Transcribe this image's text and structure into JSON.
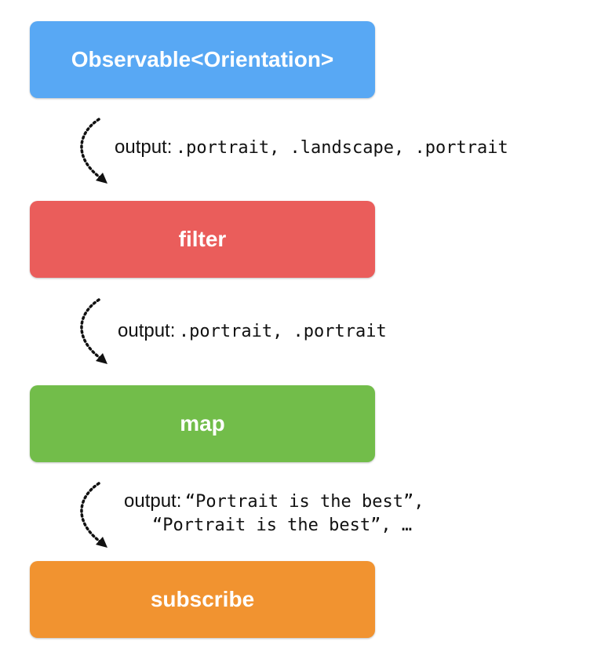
{
  "colors": {
    "observable": "#58a8f4",
    "filter": "#ea5d5b",
    "map": "#72bd4a",
    "subscribe": "#f19330",
    "arrow": "#111111"
  },
  "boxes": {
    "observable": "Observable<Orientation>",
    "filter": "filter",
    "map": "map",
    "subscribe": "subscribe"
  },
  "outputs": {
    "label": "output:",
    "first": ".portrait, .landscape, .portrait",
    "second": ".portrait, .portrait",
    "third_line1": "“Portrait is the best”,",
    "third_line2": "“Portrait is the best”, …"
  },
  "icons": {
    "arrow": "curved-dotted-arrow-icon"
  }
}
